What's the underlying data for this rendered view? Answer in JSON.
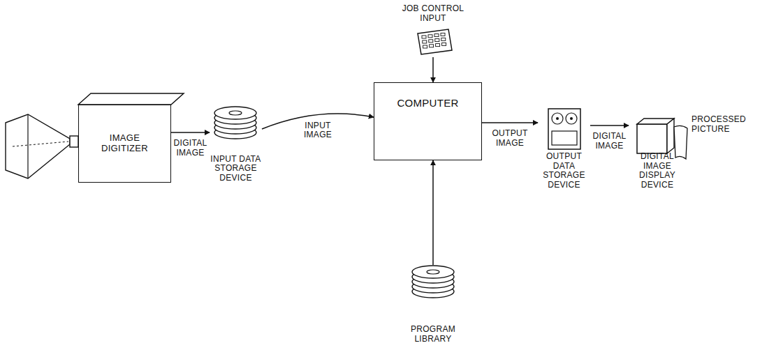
{
  "diagram": {
    "nodes": [
      {
        "text": [
          "IMAGE DIGITIZER"
        ]
      },
      {
        "text": [
          "INPUT DATA STORAGE DEVICE"
        ]
      },
      {
        "text": [
          "JOB CONTROL INPUT"
        ]
      },
      {
        "text": [
          "COMPUTER"
        ]
      },
      {
        "text": [
          "PROGRAM LIBRARY"
        ]
      },
      {
        "text": [
          "OUTPUT DATA STORAGE DEVICE"
        ]
      },
      {
        "text": [
          "DIGITAL IMAGE DISPLAY DEVICE"
        ]
      }
    ],
    "edges": [
      {
        "from": 0,
        "to": 1,
        "arrow": "to",
        "label": "DIGITAL IMAGE"
      },
      {
        "from": 1,
        "to": 3,
        "arrow": "to",
        "label": "INPUT IMAGE"
      },
      {
        "from": 2,
        "to": 3,
        "arrow": "to"
      },
      {
        "from": 4,
        "to": 3,
        "arrow": "to"
      },
      {
        "from": 3,
        "to": 5,
        "arrow": "to",
        "label": "OUTPUT IMAGE"
      },
      {
        "from": 5,
        "to": 6,
        "arrow": "to",
        "label": "DIGITAL IMAGE"
      }
    ],
    "labels": [
      "PROCESSED PICTURE"
    ]
  }
}
